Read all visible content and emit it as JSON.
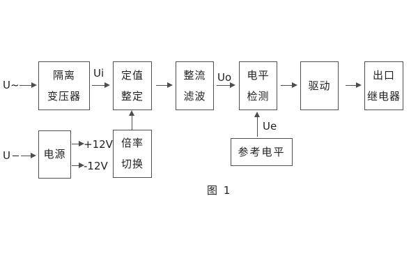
{
  "diagram": {
    "caption": "图 1",
    "blocks": [
      {
        "name": "isolation-transformer",
        "label_lines": [
          "隔离",
          "变压器"
        ]
      },
      {
        "name": "setting-adjustment",
        "label_lines": [
          "定值",
          "整定"
        ]
      },
      {
        "name": "rectify-filter",
        "label_lines": [
          "整流",
          "滤波"
        ]
      },
      {
        "name": "level-detection",
        "label_lines": [
          "电平",
          "检测"
        ]
      },
      {
        "name": "driver",
        "label_lines": [
          "驱动"
        ]
      },
      {
        "name": "output-relay",
        "label_lines": [
          "出口",
          "继电器"
        ]
      },
      {
        "name": "power-supply",
        "label_lines": [
          "电源"
        ]
      },
      {
        "name": "ratio-switching",
        "label_lines": [
          "倍率",
          "切换"
        ]
      },
      {
        "name": "reference-level",
        "label_lines": [
          "参考电平"
        ]
      }
    ],
    "signal_labels": {
      "ac_input": "U~",
      "dc_input": "U",
      "ui": "Ui",
      "uo": "Uo",
      "ue": "Ue",
      "plus_12v": "+12V",
      "minus_12v": "-12V"
    },
    "colors": {
      "line": "#4d4d4d",
      "text": "#1f1f1f",
      "background": "#ffffff"
    }
  }
}
